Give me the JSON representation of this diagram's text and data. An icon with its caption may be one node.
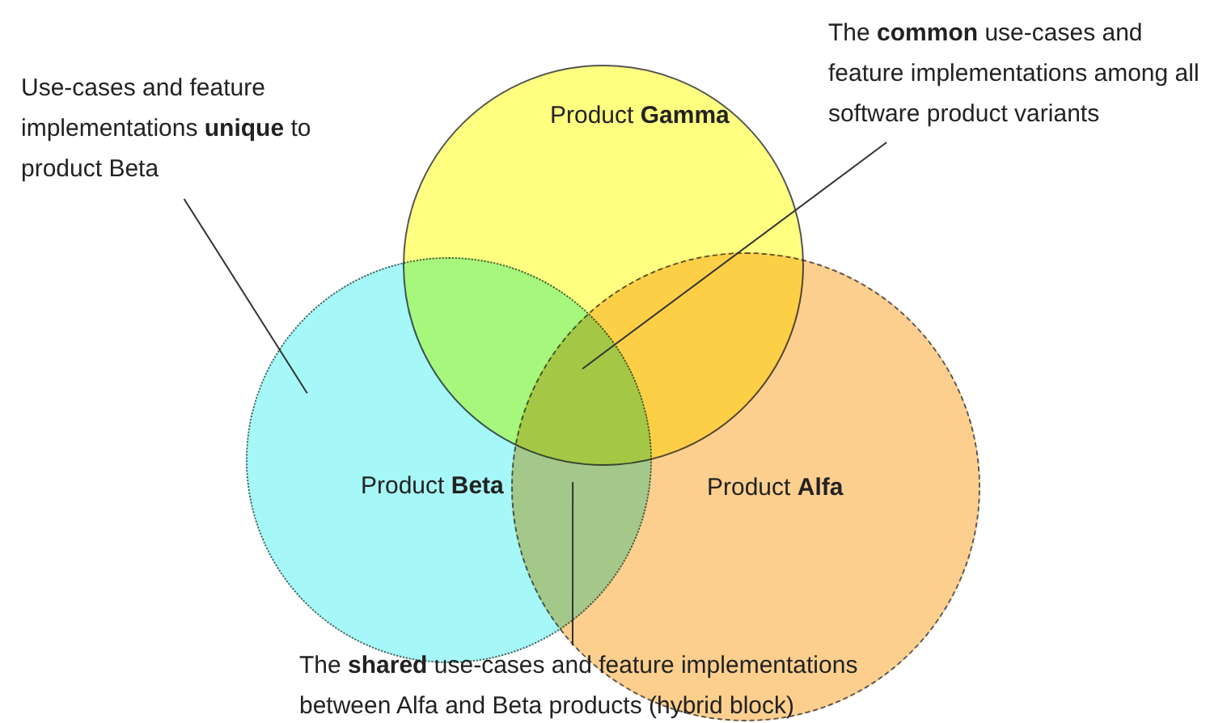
{
  "diagram": {
    "nodes": [
      {
        "text": [
          "Use-cases and feature implementations **unique** to product Beta"
        ]
      },
      {
        "text": [
          "Product **Gamma**"
        ]
      },
      {
        "text": [
          "The **common** use-cases and feature implementations among all software product variants"
        ]
      },
      {
        "text": [
          "Product **Beta**"
        ]
      },
      {
        "text": [
          "Product **Alfa**"
        ]
      },
      {
        "text": [
          "The **shared** use-cases and feature implementations between Alfa and Beta products (hybrid block)"
        ]
      }
    ],
    "edges": [
      {
        "from": 0,
        "to": 3,
        "arrow": "none"
      },
      {
        "from": 2,
        "to": 1,
        "arrow": "none"
      },
      {
        "from": 5,
        "to": 3,
        "arrow": "none"
      }
    ]
  }
}
